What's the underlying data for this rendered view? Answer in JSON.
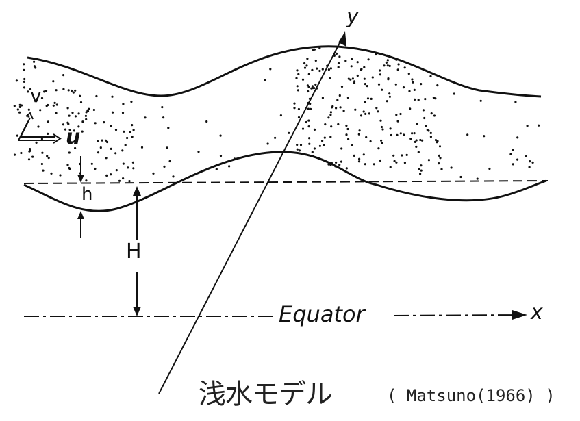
{
  "labels": {
    "y_axis": "y",
    "x_axis": "x",
    "v_vector": "v",
    "u_vector": "u",
    "h_depth": "h",
    "H_depth": "H",
    "equator": "Equator",
    "title": "浅水モデル",
    "citation": "( Matsuno(1966) )"
  },
  "colors": {
    "line": "#111111",
    "background": "#ffffff"
  }
}
